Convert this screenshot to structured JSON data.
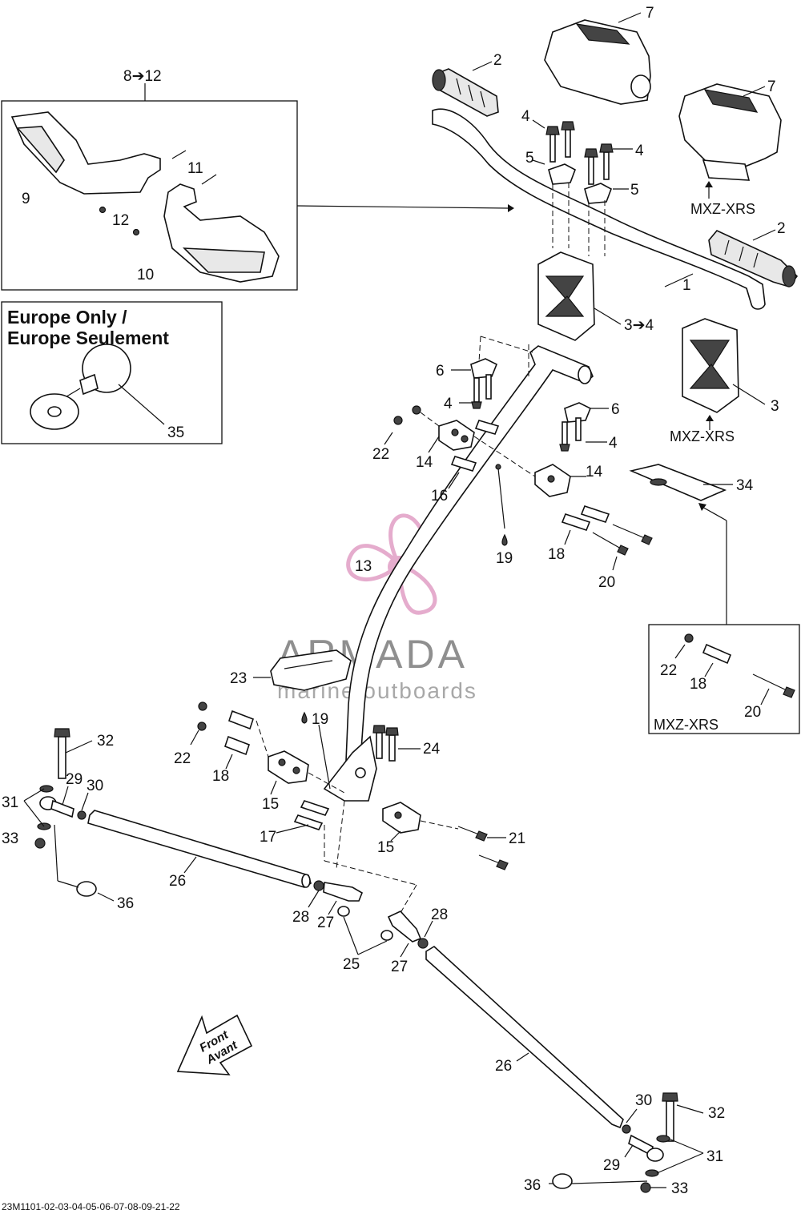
{
  "diagram": {
    "europe_box": {
      "title_line1": "Europe Only /",
      "title_line2": "Europe Seulement"
    },
    "variant_labels": {
      "grip_cover": "MXZ-XRS",
      "riser": "MXZ-XRS",
      "bolt_kit": "MXZ-XRS"
    },
    "front_arrow": {
      "line1": "Front",
      "line2": "Avant"
    },
    "watermark": {
      "brand": "ARMADA",
      "tagline": "marine outboards"
    },
    "reference_code": "23M1101-02-03-04-05-06-07-08-09-21-22",
    "callouts": {
      "c1": "1",
      "c2a": "2",
      "c2b": "2",
      "c3": "3",
      "c3to4": "3➔4",
      "c4a": "4",
      "c4b": "4",
      "c4c": "4",
      "c4d": "4",
      "c5a": "5",
      "c5b": "5",
      "c6a": "6",
      "c6b": "6",
      "c7a": "7",
      "c7b": "7",
      "c8to12": "8➔12",
      "c9": "9",
      "c10": "10",
      "c11": "11",
      "c12": "12",
      "c13": "13",
      "c14a": "14",
      "c14b": "14",
      "c15a": "15",
      "c15b": "15",
      "c16": "16",
      "c17": "17",
      "c18a": "18",
      "c18b": "18",
      "c18c": "18",
      "c19a": "19",
      "c19b": "19",
      "c20a": "20",
      "c20b": "20",
      "c21": "21",
      "c22a": "22",
      "c22b": "22",
      "c22c": "22",
      "c23": "23",
      "c24": "24",
      "c25": "25",
      "c26a": "26",
      "c26b": "26",
      "c27a": "27",
      "c27b": "27",
      "c28a": "28",
      "c28b": "28",
      "c29a": "29",
      "c29b": "29",
      "c30a": "30",
      "c30b": "30",
      "c31a": "31",
      "c31b": "31",
      "c32a": "32",
      "c32b": "32",
      "c33a": "33",
      "c33b": "33",
      "c34": "34",
      "c35": "35",
      "c36a": "36",
      "c36b": "36"
    }
  }
}
